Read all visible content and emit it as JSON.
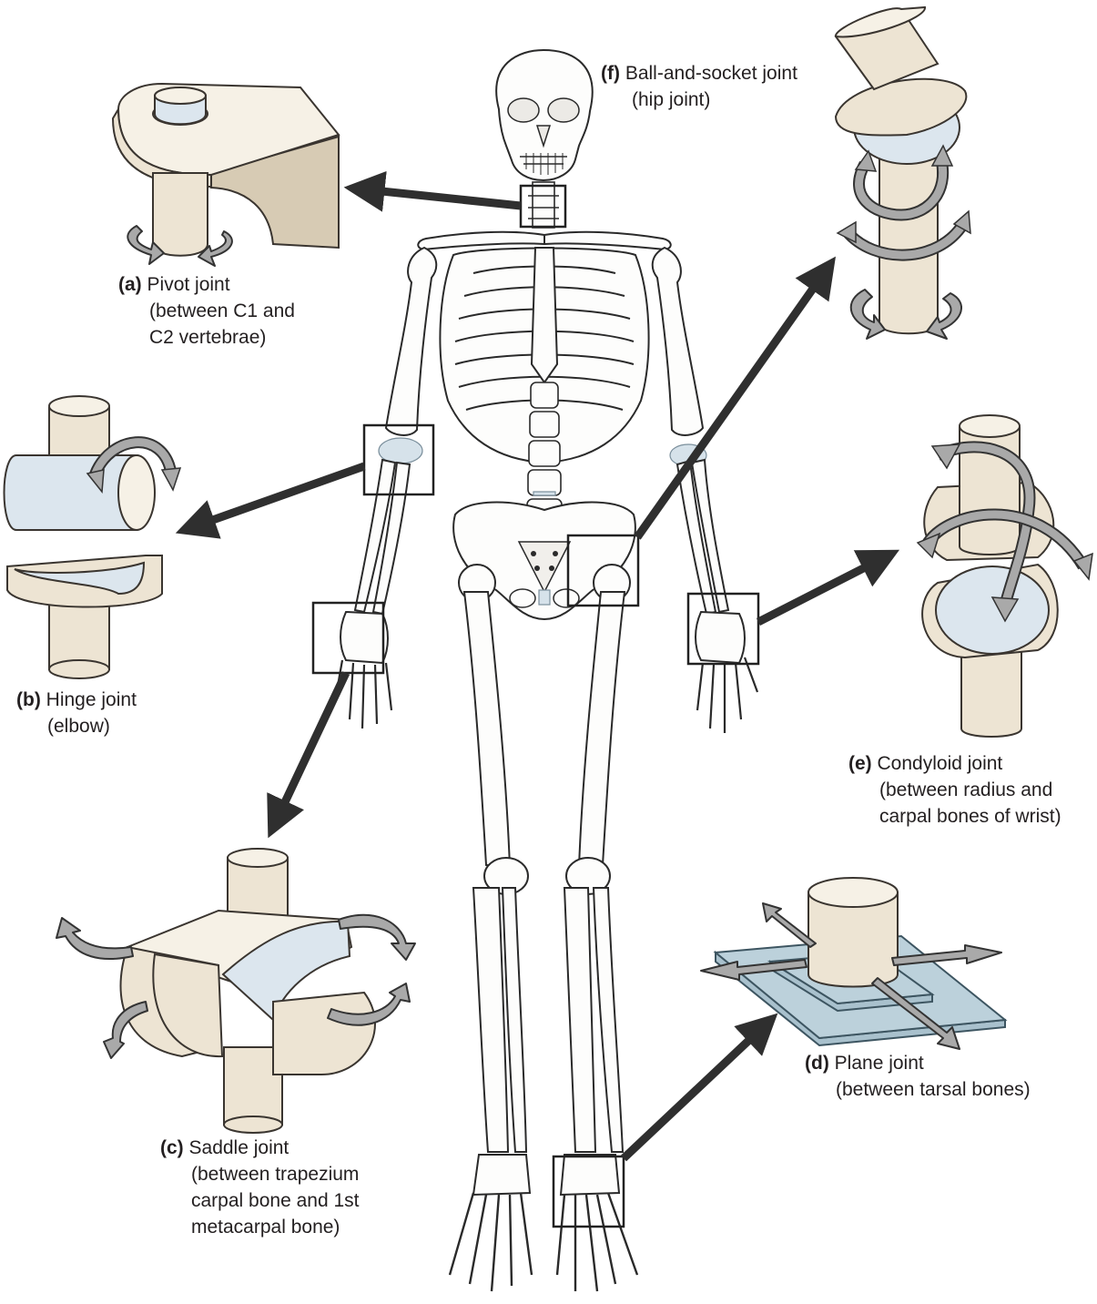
{
  "labels": {
    "a": {
      "letter": "(a)",
      "title": "Pivot joint",
      "sub": [
        "(between C1 and",
        "C2 vertebrae)"
      ]
    },
    "b": {
      "letter": "(b)",
      "title": "Hinge joint",
      "sub": [
        "(elbow)"
      ]
    },
    "c": {
      "letter": "(c)",
      "title": "Saddle joint",
      "sub": [
        "(between trapezium",
        "carpal bone and 1st",
        "metacarpal bone)"
      ]
    },
    "d": {
      "letter": "(d)",
      "title": "Plane joint",
      "sub": [
        "(between tarsal bones)"
      ]
    },
    "e": {
      "letter": "(e)",
      "title": "Condyloid joint",
      "sub": [
        "(between radius and",
        "carpal bones of wrist)"
      ]
    },
    "f": {
      "letter": "(f)",
      "title": "Ball-and-socket joint",
      "sub": [
        "(hip joint)"
      ]
    }
  },
  "colors": {
    "model_bone": "#ede4d3",
    "cartilage": "#dce6ee",
    "plate": "#a9c1cd",
    "motion_arrow": "#a9a9a9",
    "pointer": "#2f2f2f"
  }
}
